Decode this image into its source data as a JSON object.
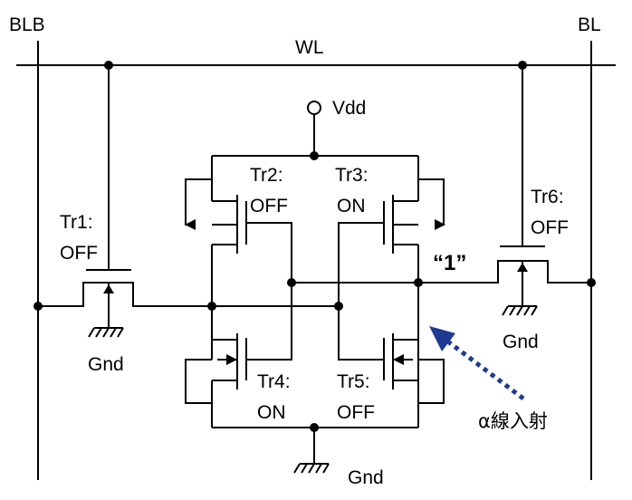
{
  "labels": {
    "blb": "BLB",
    "bl": "BL",
    "wl": "WL",
    "vdd": "Vdd",
    "gnd_bottom": "Gnd",
    "gnd_tr1": "Gnd",
    "gnd_tr6": "Gnd",
    "stored": "“1”",
    "alpha": "α線入射"
  },
  "transistors": {
    "tr1": {
      "name": "Tr1:",
      "state": "OFF"
    },
    "tr2": {
      "name": "Tr2:",
      "state": "OFF"
    },
    "tr3": {
      "name": "Tr3:",
      "state": "ON"
    },
    "tr4": {
      "name": "Tr4:",
      "state": "ON"
    },
    "tr5": {
      "name": "Tr5:",
      "state": "OFF"
    },
    "tr6": {
      "name": "Tr6:",
      "state": "OFF"
    }
  },
  "colors": {
    "line": "#000000",
    "alpha_arrow": "#1f3a93"
  }
}
